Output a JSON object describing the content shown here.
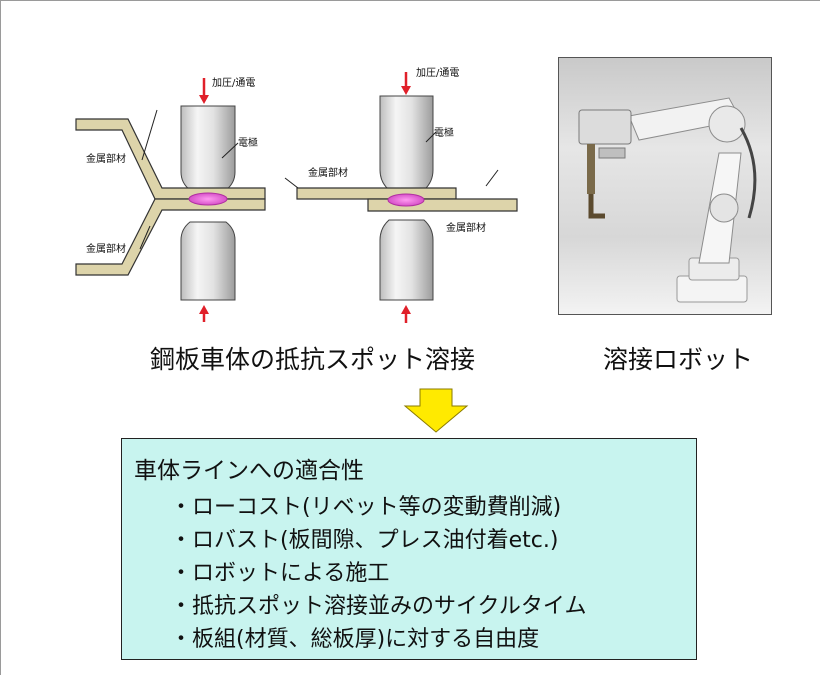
{
  "diagram": {
    "labels": {
      "pressure_current": "加圧/通電",
      "electrode": "電極",
      "metal_member": "金属部材"
    },
    "caption_left": "鋼板車体の抵抗スポット溶接",
    "caption_right": "溶接ロボット",
    "photo_alt": "溶接ロボット"
  },
  "info_box": {
    "title": "車体ラインへの適合性",
    "items": [
      "・ローコスト(リベット等の変動費削減)",
      "・ロバスト(板間隙、プレス油付着etc.)",
      "・ロボットによる施工",
      "・抵抗スポット溶接並みのサイクルタイム",
      "・板組(材質、総板厚)に対する自由度"
    ]
  },
  "colors": {
    "plate": "#ddd4aa",
    "nugget": "#e86ad8",
    "arrow_red": "#e0202a",
    "arrow_yellow": "#ffea00",
    "box_bg": "#c8f4ef"
  }
}
